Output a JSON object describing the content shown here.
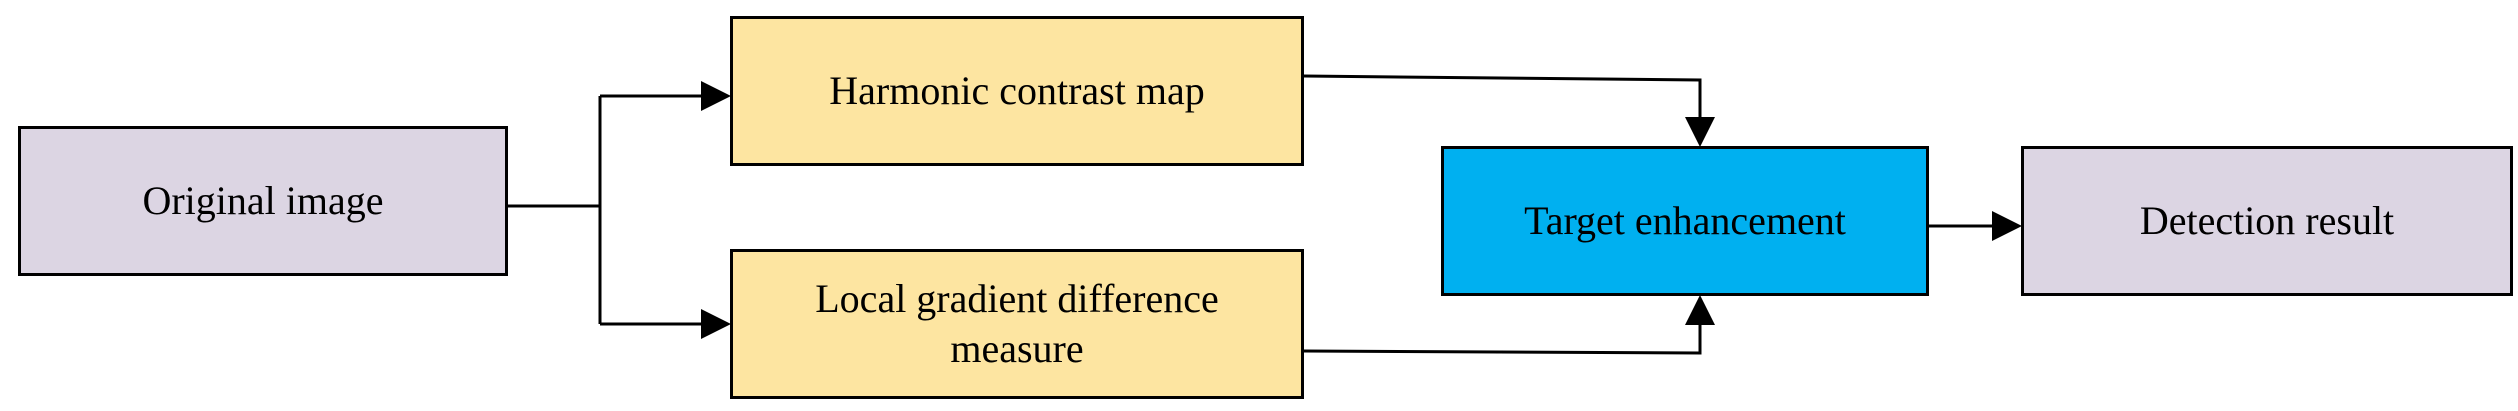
{
  "diagram": {
    "nodes": {
      "original": "Original image",
      "harmonic": "Harmonic contrast map",
      "gradient": "Local gradient difference measure",
      "target": "Target enhancement",
      "detection": "Detection result"
    },
    "edges": [
      {
        "from": "original",
        "to": "harmonic"
      },
      {
        "from": "original",
        "to": "gradient"
      },
      {
        "from": "harmonic",
        "to": "target"
      },
      {
        "from": "gradient",
        "to": "target"
      },
      {
        "from": "target",
        "to": "detection"
      }
    ],
    "colors": {
      "input_output_fill": "#DCD5E3",
      "feature_fill": "#FDE5A1",
      "enhancement_fill": "#00B0F0",
      "line": "#000000"
    }
  }
}
